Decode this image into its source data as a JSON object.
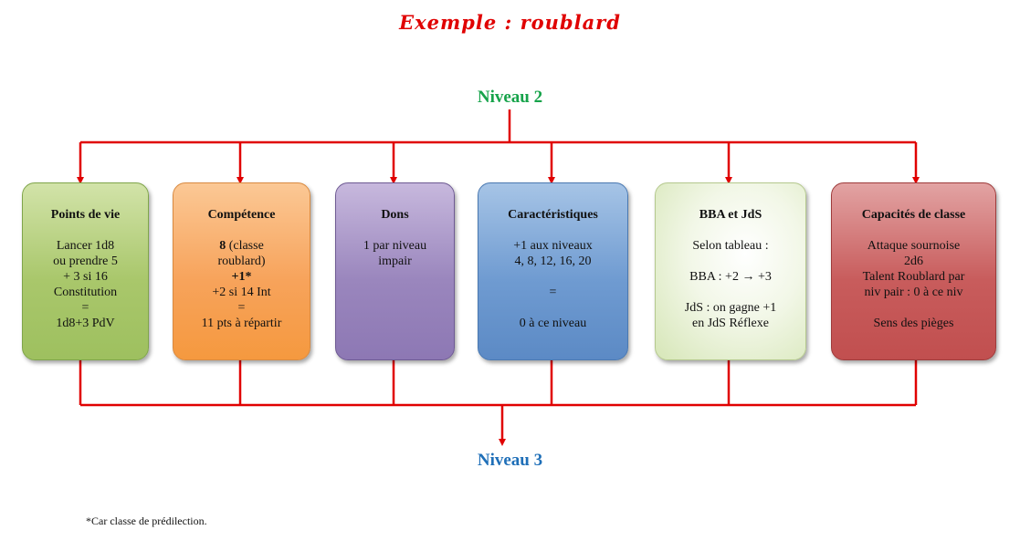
{
  "title": "Exemple : roublard",
  "levels": {
    "top": "Niveau 2",
    "bottom": "Niveau 3"
  },
  "colors": {
    "connector": "#e00000",
    "title": "#e00000",
    "level_top": "#16a34a",
    "level_bottom": "#1f6fb8"
  },
  "boxes": [
    {
      "head": "Points de vie",
      "lines": [
        "Lancer 1d8",
        "ou prendre 5",
        "+ 3 si 16",
        "Constitution",
        "=",
        "1d8+3 PdV"
      ]
    },
    {
      "head": "Compétence",
      "l1_bold": "8",
      "l1_rest": " (classe",
      "l2": "roublard)",
      "l3": "+1*",
      "l4": "+2 si 14 Int",
      "l5": "=",
      "l6": "11 pts à répartir"
    },
    {
      "head": "Dons",
      "lines": [
        "1 par niveau",
        "impair"
      ]
    },
    {
      "head": "Caractéristiques",
      "lines": [
        "+1 aux niveaux",
        "4, 8, 12, 16, 20",
        "",
        "=",
        "",
        "0 à ce niveau"
      ]
    },
    {
      "head": "BBA et JdS",
      "lines": [
        "Selon tableau :",
        "",
        "BBA : +2 → +3",
        "",
        "JdS : on gagne +1",
        "en JdS Réflexe"
      ]
    },
    {
      "head": "Capacités de classe",
      "lines": [
        "Attaque sournoise",
        "2d6",
        "Talent Roublard par",
        "niv pair : 0 à ce niv",
        "",
        "Sens des pièges"
      ]
    }
  ],
  "footnote": "*Car classe de prédilection."
}
